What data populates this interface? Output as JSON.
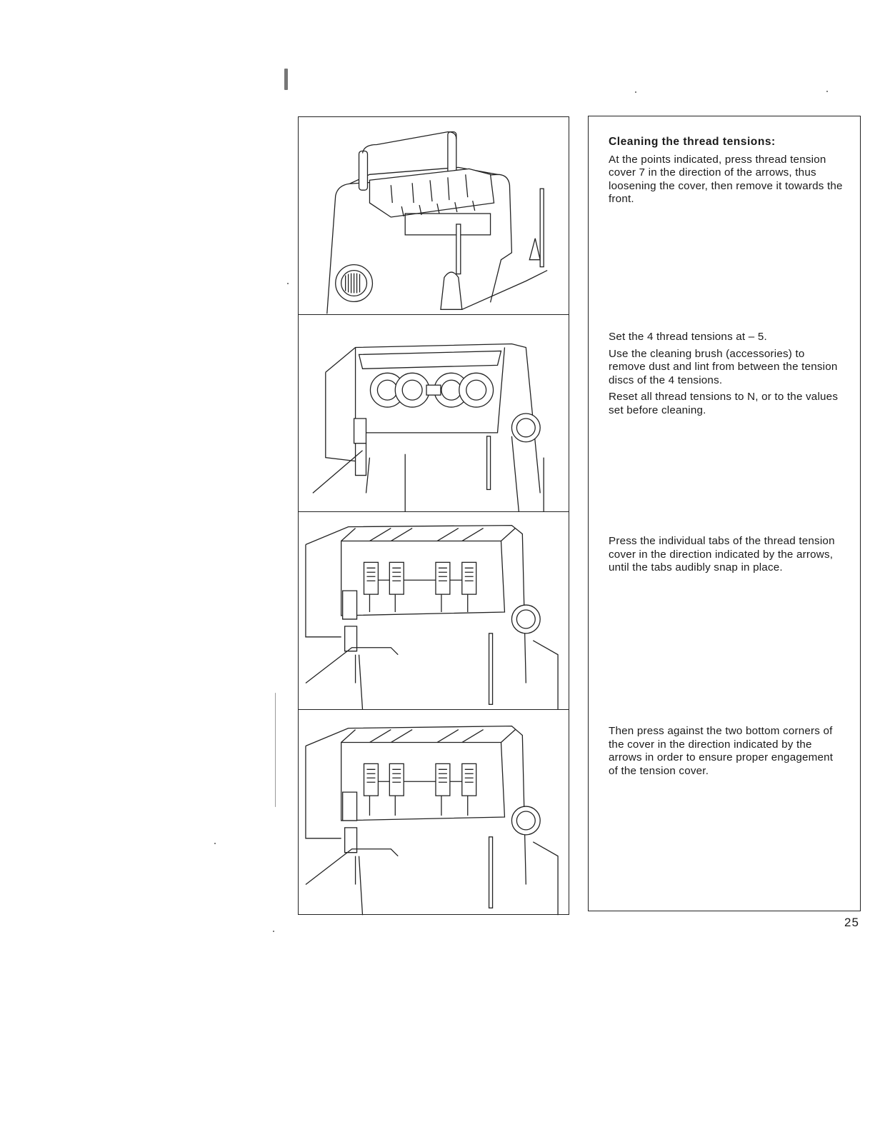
{
  "sections": [
    {
      "heading": "Cleaning the thread tensions:",
      "paragraphs": [
        "At the points indicated, press thread tension cover 7 in the direction of the arrows, thus loosening the cover, then remove it towards the front."
      ]
    },
    {
      "paragraphs": [
        "Set the 4 thread tensions at – 5.",
        "Use the cleaning brush (accessories) to remove dust and lint from between the tension discs of the 4 tensions.",
        "Reset all thread tensions to N, or to the values set before cleaning."
      ]
    },
    {
      "paragraphs": [
        "Press the individual tabs of the thread tension cover in the direction indicated by the arrows, until the tabs audibly snap in place."
      ]
    },
    {
      "paragraphs": [
        "Then press against the two bottom corners of the cover in the direction indicated by the arrows in order to ensure proper engagement of the tension cover."
      ]
    }
  ],
  "page_number": "25",
  "illustrations": [
    {
      "icon": "tension-cover-removal-illustration"
    },
    {
      "icon": "tension-discs-cleaning-illustration"
    },
    {
      "icon": "tension-cover-tabs-illustration"
    },
    {
      "icon": "tension-cover-corners-illustration"
    }
  ]
}
